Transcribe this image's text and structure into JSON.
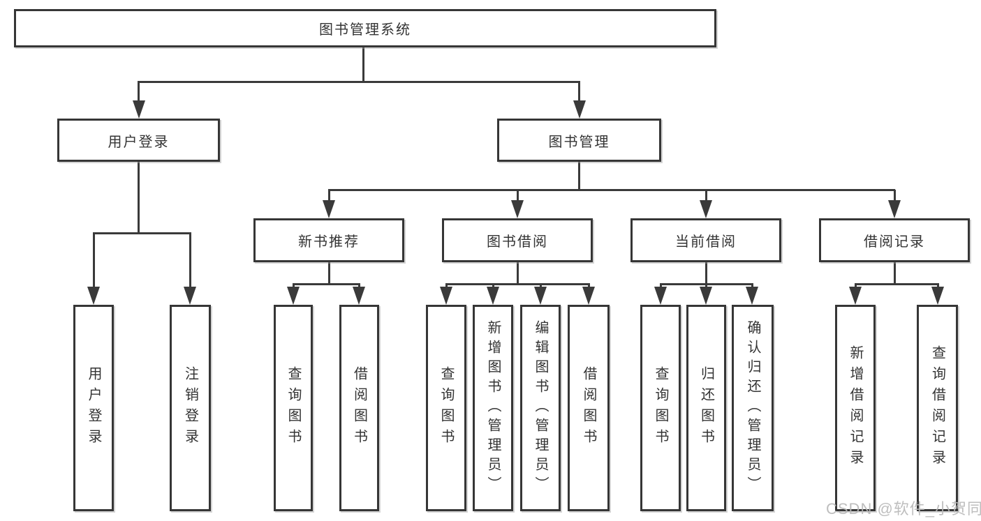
{
  "colors": {
    "line": "#3a3a3a",
    "box_border": "#363636",
    "box_background": "#ffffff",
    "text": "#333333",
    "watermark": "#b9b9b9"
  },
  "tree": {
    "label": "图书管理系统",
    "children": [
      {
        "label": "用户登录",
        "children": [
          {
            "label": "用户登录"
          },
          {
            "label": "注销登录"
          }
        ]
      },
      {
        "label": "图书管理",
        "children": [
          {
            "label": "新书推荐",
            "children": [
              {
                "label": "查询图书"
              },
              {
                "label": "借阅图书"
              }
            ]
          },
          {
            "label": "图书借阅",
            "children": [
              {
                "label": "查询图书"
              },
              {
                "label": "新增图书（管理员）"
              },
              {
                "label": "编辑图书（管理员）"
              },
              {
                "label": "借阅图书"
              }
            ]
          },
          {
            "label": "当前借阅",
            "children": [
              {
                "label": "查询图书"
              },
              {
                "label": "归还图书"
              },
              {
                "label": "确认归还（管理员）"
              }
            ]
          },
          {
            "label": "借阅记录",
            "children": [
              {
                "label": "新增借阅记录"
              },
              {
                "label": "查询借阅记录"
              }
            ]
          }
        ]
      }
    ]
  },
  "watermark": {
    "text": "CSDN @软件_小贺同学"
  }
}
